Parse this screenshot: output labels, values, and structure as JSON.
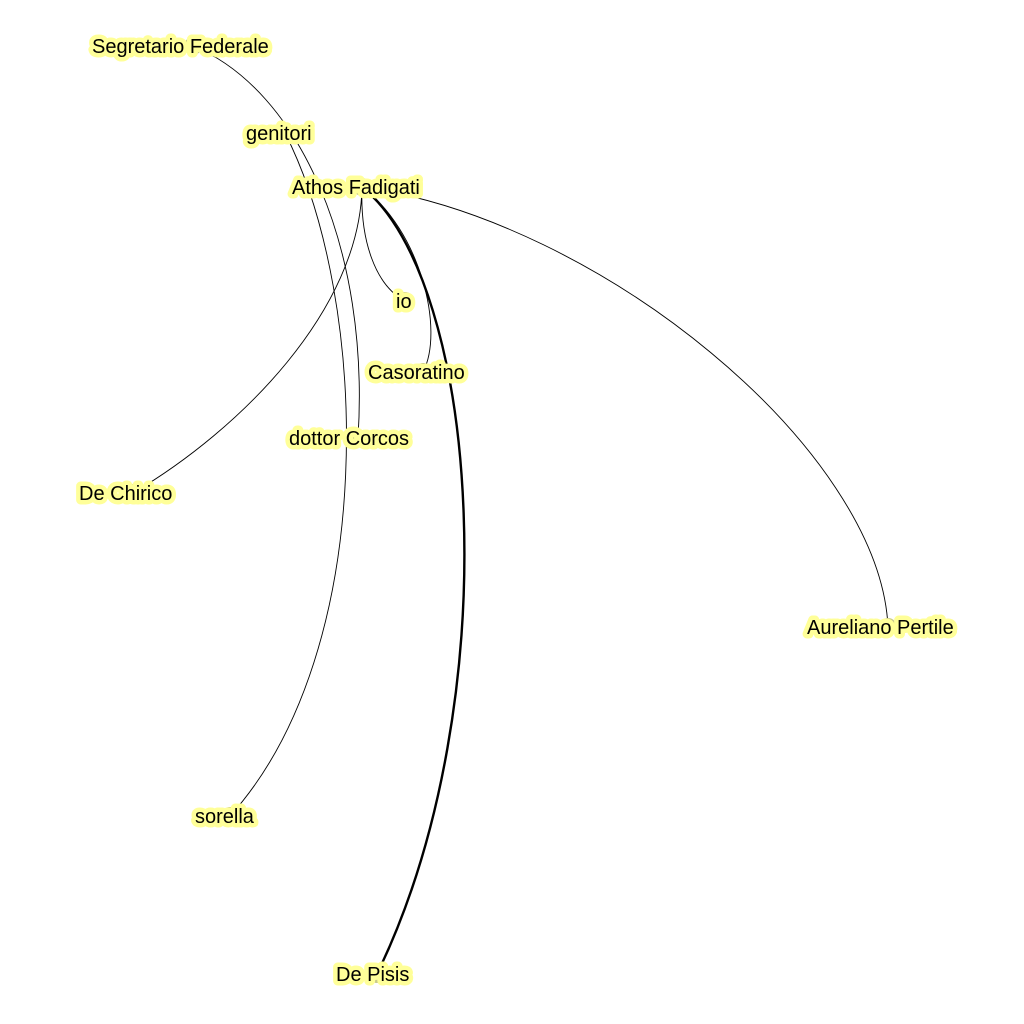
{
  "graph": {
    "nodes": [
      {
        "id": "segretario",
        "label": "Segretario Federale"
      },
      {
        "id": "genitori",
        "label": "genitori"
      },
      {
        "id": "athos",
        "label": "Athos Fadigati"
      },
      {
        "id": "io",
        "label": "io"
      },
      {
        "id": "casoratino",
        "label": "Casoratino"
      },
      {
        "id": "corcos",
        "label": "dottor Corcos"
      },
      {
        "id": "dechirico",
        "label": "De Chirico"
      },
      {
        "id": "pertile",
        "label": "Aureliano Pertile"
      },
      {
        "id": "sorella",
        "label": "sorella"
      },
      {
        "id": "depisis",
        "label": "De Pisis"
      }
    ],
    "edges": [
      {
        "source": "segretario",
        "target": "corcos",
        "weight": 1
      },
      {
        "source": "genitori",
        "target": "sorella",
        "weight": 1
      },
      {
        "source": "athos",
        "target": "io",
        "weight": 1
      },
      {
        "source": "athos",
        "target": "casoratino",
        "weight": 1
      },
      {
        "source": "athos",
        "target": "dechirico",
        "weight": 1
      },
      {
        "source": "athos",
        "target": "pertile",
        "weight": 1
      },
      {
        "source": "athos",
        "target": "depisis",
        "weight": 3
      }
    ],
    "colors": {
      "label_halo": "#ffff99",
      "node_fill": "#c9c98a",
      "edge": "#000000"
    }
  }
}
